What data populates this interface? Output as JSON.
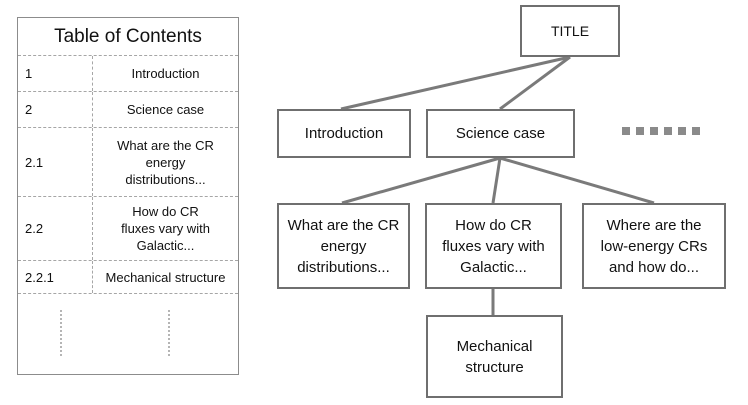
{
  "toc": {
    "title": "Table of Contents",
    "rows": [
      {
        "num": "1",
        "text": "Introduction"
      },
      {
        "num": "2",
        "text": "Science case"
      },
      {
        "num": "2.1",
        "text": "What are the CR energy distributions..."
      },
      {
        "num": "2.2",
        "text": "How do CR fluxes vary with Galactic..."
      },
      {
        "num": "2.2.1",
        "text": "Mechanical structure"
      }
    ]
  },
  "tree": {
    "root": "TITLE",
    "level1": [
      "Introduction",
      "Science case"
    ],
    "level2": [
      "What are the CR energy distributions...",
      "How do CR fluxes vary with Galactic...",
      "Where are the low-energy CRs and how do..."
    ],
    "level3": [
      "Mechanical structure"
    ]
  },
  "colors": {
    "box_border": "#6f6f6f",
    "connector": "#7a7a7a",
    "dashed_rule": "#a6a6a6",
    "ellipsis": "#8a8a8a"
  }
}
